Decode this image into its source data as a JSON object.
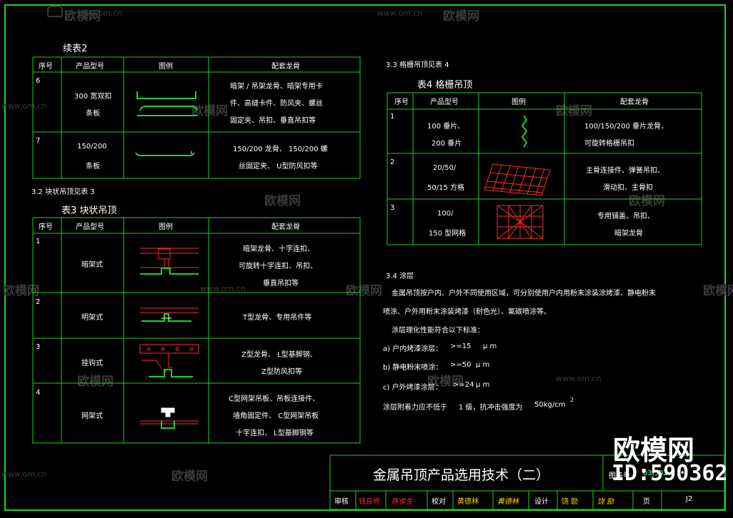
{
  "watermark": {
    "brand": "欧模网",
    "url": "www.om.cn",
    "big_brand": "欧模网",
    "id": "ID:590362"
  },
  "table2": {
    "title": "续表2",
    "headers": [
      "序号",
      "产品型号",
      "图例",
      "配套龙骨"
    ],
    "rows": [
      {
        "no": "6",
        "model": [
          "300  宽双扣",
          "条板"
        ],
        "parts": [
          "暗架 / 吊架龙骨、暗架专用卡",
          "件、高缝卡件、防风夹、螺丝",
          "固定夹、吊扣、垂直吊扣等"
        ]
      },
      {
        "no": "7",
        "model": [
          "150/200",
          "条板"
        ],
        "parts": [
          "150/200      龙骨、  150/200     螺",
          "丝固定夹、    U型防风扣等"
        ]
      }
    ]
  },
  "section32": {
    "heading": "3.2   块状吊顶见表    3"
  },
  "table3": {
    "title": "表3 块状吊顶",
    "headers": [
      "序号",
      "产品型号",
      "图例",
      "配套龙骨"
    ],
    "rows": [
      {
        "no": "1",
        "model": [
          "暗架式"
        ],
        "parts": [
          "暗架龙骨、十字连扣、",
          "可旋转十字连扣、吊扣、",
          "垂直吊扣等"
        ]
      },
      {
        "no": "2",
        "model": [
          "明架式"
        ],
        "parts": [
          "T型龙骨、专用吊件等"
        ]
      },
      {
        "no": "3",
        "model": [
          "挂钩式"
        ],
        "parts": [
          "Z型龙骨、    L型基脚钢、",
          "Z型防风扣等"
        ]
      },
      {
        "no": "4",
        "model": [
          "网架式"
        ],
        "parts": [
          "C型网架吊板、吊板连接件、",
          "墙角固定件、    C型网架吊板",
          "十字连扣、    L型基脚钢等"
        ]
      }
    ]
  },
  "section33": {
    "heading": "3.3   格栅吊顶见表    4"
  },
  "table4": {
    "title": "表4  格栅吊顶",
    "headers": [
      "序号",
      "产品型号",
      "图例",
      "配套龙骨"
    ],
    "rows": [
      {
        "no": "1",
        "model": [
          "100   垂片、",
          "200   垂片"
        ],
        "parts": [
          "100/150/200          垂片龙骨、",
          "可旋转格栅吊扣"
        ]
      },
      {
        "no": "2",
        "model": [
          "20/50/",
          "50/15     方格"
        ],
        "parts": [
          "主骨连接件、弹簧吊扣、",
          "滑动扣、主骨扣"
        ]
      },
      {
        "no": "3",
        "model": [
          "100/",
          "150   型网格"
        ],
        "parts": [
          "专用铺盖、吊扣、",
          "暗架龙骨"
        ]
      }
    ]
  },
  "section34": {
    "heading": "3.4    涂层",
    "lines": [
      "金属吊顶按户内、户外不同使用区域，可分别使用户内用粉末涂装涂烤漆、静电粉末",
      "喷涂、户外用粉末涂装烤漆（耐色光）、氟碳喷涂等。",
      "涂层理化性能符合以下标准："
    ],
    "specs": [
      {
        "label": "a)  户内烤漆涂层：",
        "value": ">=15",
        "unit": "μ  m"
      },
      {
        "label": "b)  静电粉末喷涂：",
        "value": ">=50",
        "unit": "μ  m"
      },
      {
        "label": "c)  户外烤漆涂层：",
        "value": ">=24",
        "unit": "μ  m"
      }
    ],
    "last": {
      "label": "涂层附着力应不低于",
      "grade": "1 级，抗冲击强度为",
      "value": "50kg/cm",
      "sup": "2"
    }
  },
  "titleblock": {
    "title": "金属吊顶产品选用技术（二）",
    "atlas_label": "图集号",
    "atlas_no": "03J502-3",
    "review_label": "审核",
    "check_label": "校对",
    "design_label": "设计",
    "page_label": "页",
    "page_no": "J2",
    "sign1": "钱良修",
    "sign1b": "陈俊生",
    "sign2": "黄德林",
    "sign2b": "黄德林",
    "sign3": "饶 励",
    "sign3b": "饶 励"
  },
  "colors": {
    "line": "#1fd11f",
    "text": "#ffffff",
    "red": "#ff2a2a",
    "green": "#1fd11f"
  }
}
